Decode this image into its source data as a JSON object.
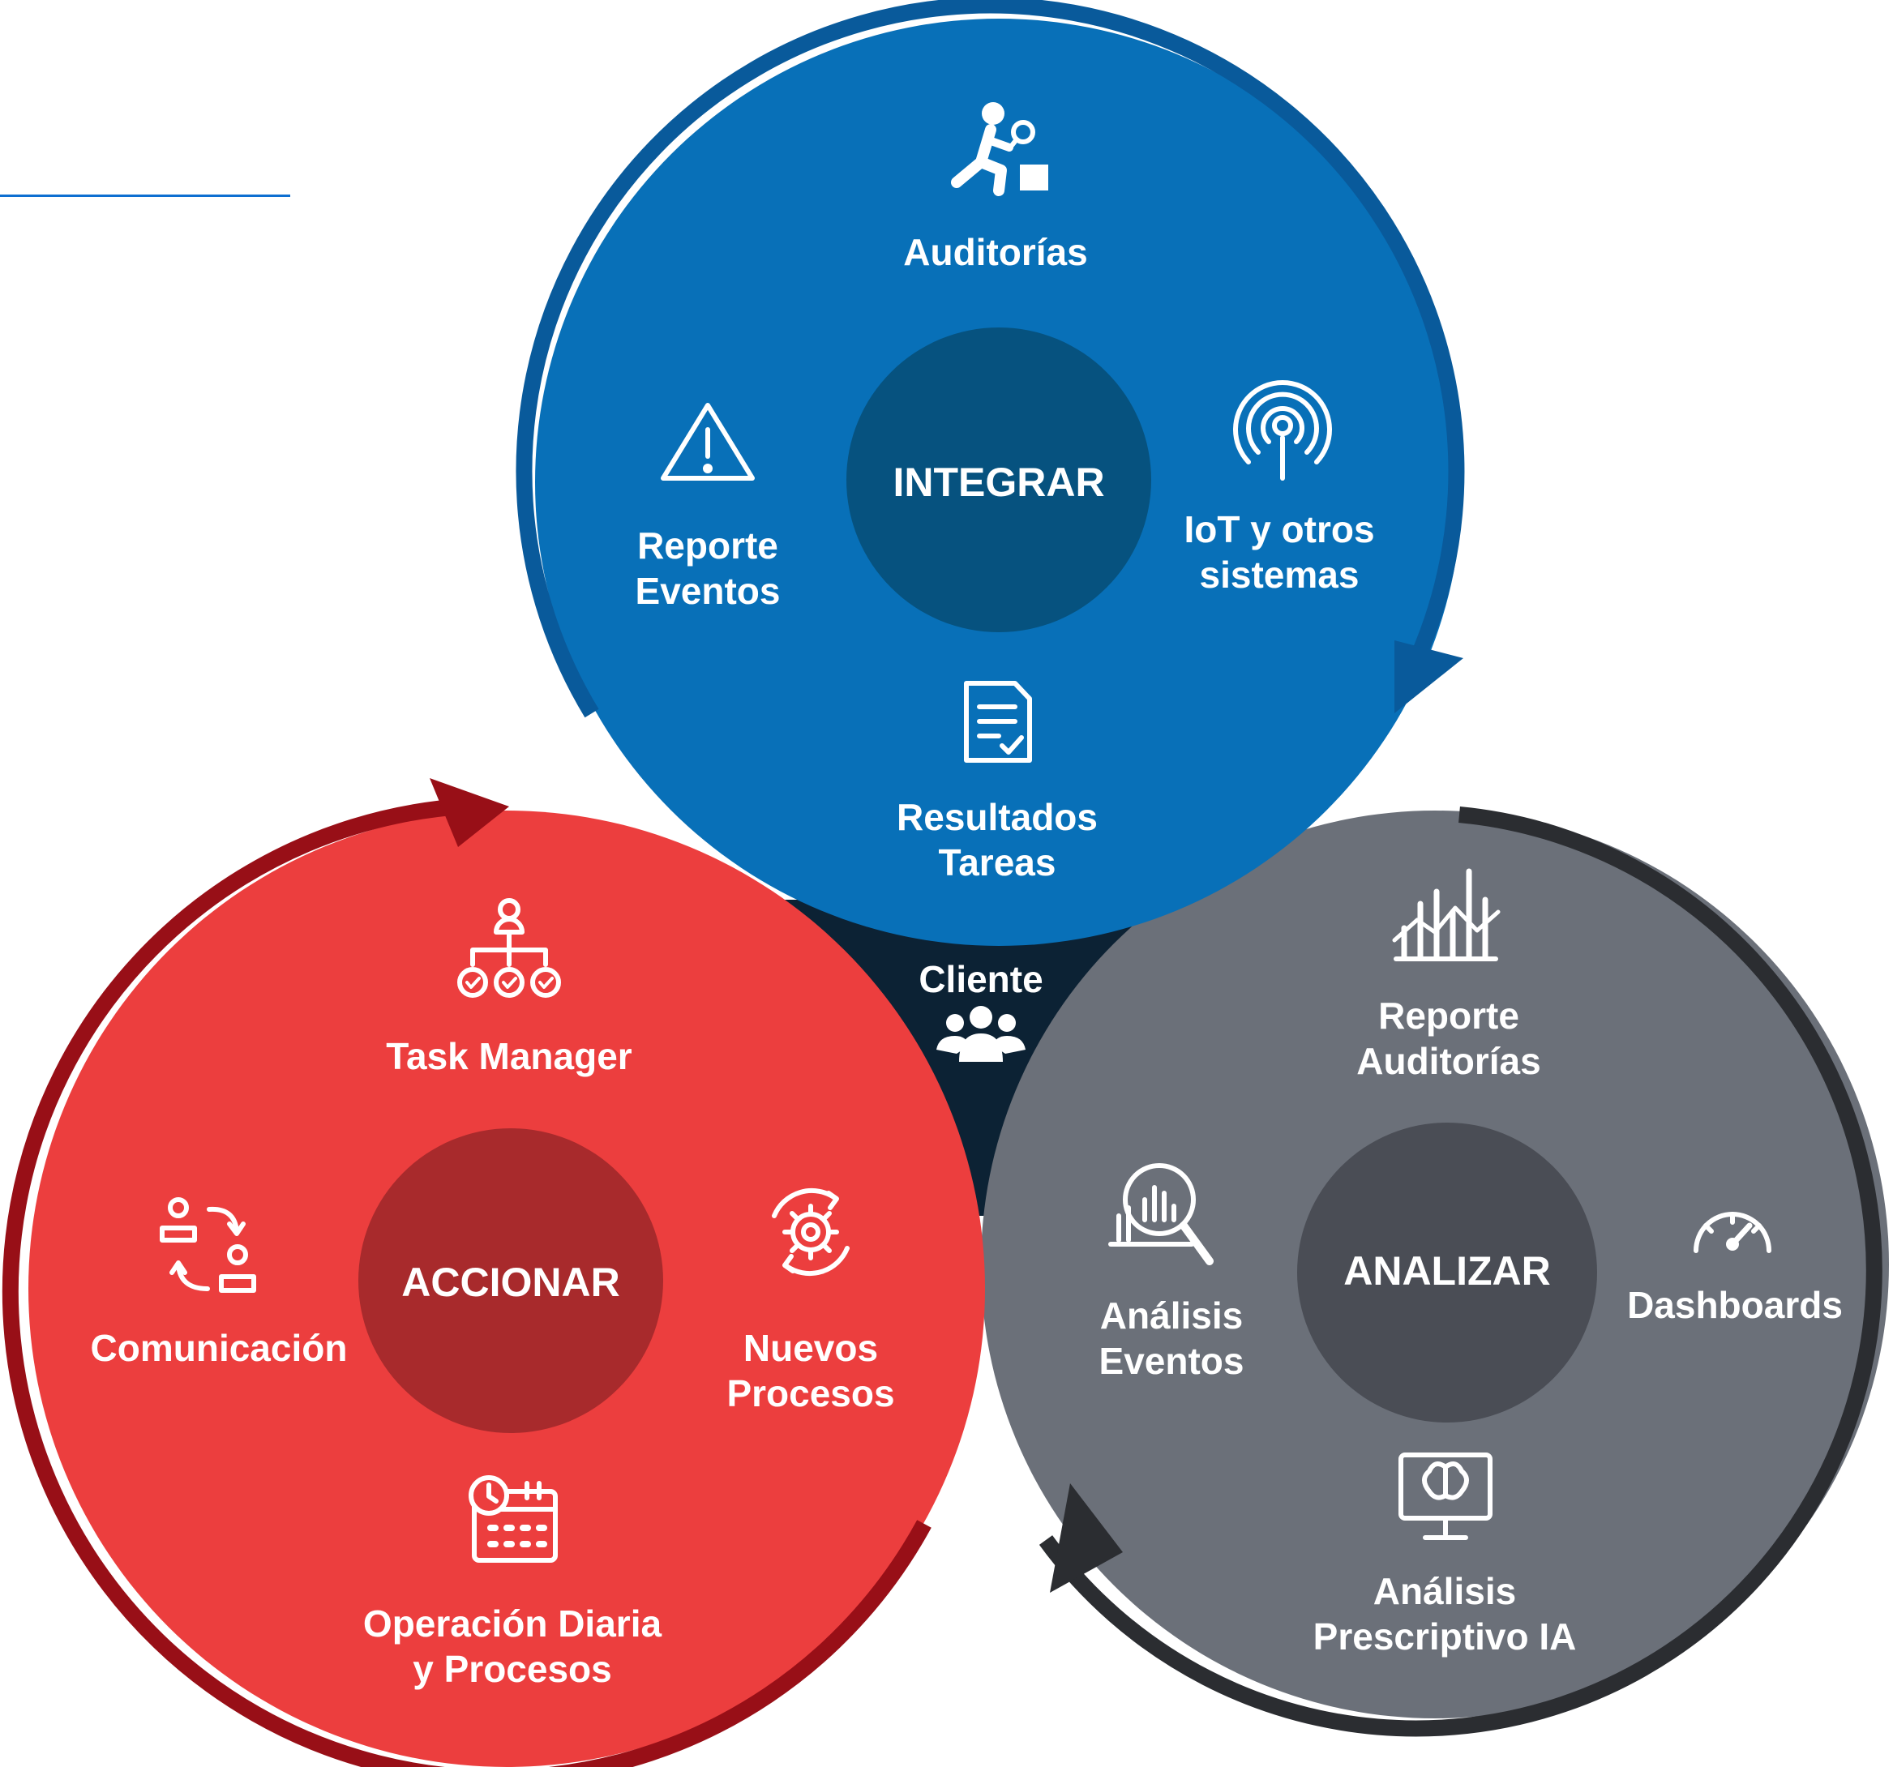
{
  "colors": {
    "integrar": "#0870b8",
    "integrar_core": "#06527f",
    "integrar_ring": "#095a9b",
    "accionar": "#ec3e3e",
    "accionar_core": "#a82a2c",
    "accionar_ring": "#980f17",
    "analizar": "#6b7079",
    "analizar_core": "#4a4d55",
    "analizar_ring": "#2b2d31",
    "center": "#0c2234",
    "top_line": "#0e6fd1"
  },
  "integrar": {
    "core_label": "INTEGRAR",
    "items": [
      {
        "icon": "auditor-inspect-icon",
        "lines": [
          "Auditorías"
        ]
      },
      {
        "icon": "warning-triangle-icon",
        "lines": [
          "Reporte",
          "Eventos"
        ]
      },
      {
        "icon": "antenna-signal-icon",
        "lines": [
          "IoT y otros",
          "sistemas"
        ]
      },
      {
        "icon": "document-check-icon",
        "lines": [
          "Resultados",
          "Tareas"
        ]
      }
    ]
  },
  "accionar": {
    "core_label": "ACCIONAR",
    "items": [
      {
        "icon": "org-chart-icon",
        "lines": [
          "Task Manager"
        ]
      },
      {
        "icon": "people-exchange-icon",
        "lines": [
          "Comunicación"
        ]
      },
      {
        "icon": "gear-cycle-icon",
        "lines": [
          "Nuevos",
          "Procesos"
        ]
      },
      {
        "icon": "calendar-clock-icon",
        "lines": [
          "Operación Diaria",
          "y Procesos"
        ]
      }
    ]
  },
  "analizar": {
    "core_label": "ANALIZAR",
    "items": [
      {
        "icon": "bar-chart-icon",
        "lines": [
          "Reporte",
          "Auditorías"
        ]
      },
      {
        "icon": "magnifier-chart-icon",
        "lines": [
          "Análisis",
          "Eventos"
        ]
      },
      {
        "icon": "speedometer-icon",
        "lines": [
          "Dashboards"
        ]
      },
      {
        "icon": "monitor-brain-icon",
        "lines": [
          "Análisis",
          "Prescriptivo IA"
        ]
      }
    ]
  },
  "center": {
    "label": "Cliente",
    "icon": "users-group-icon"
  }
}
